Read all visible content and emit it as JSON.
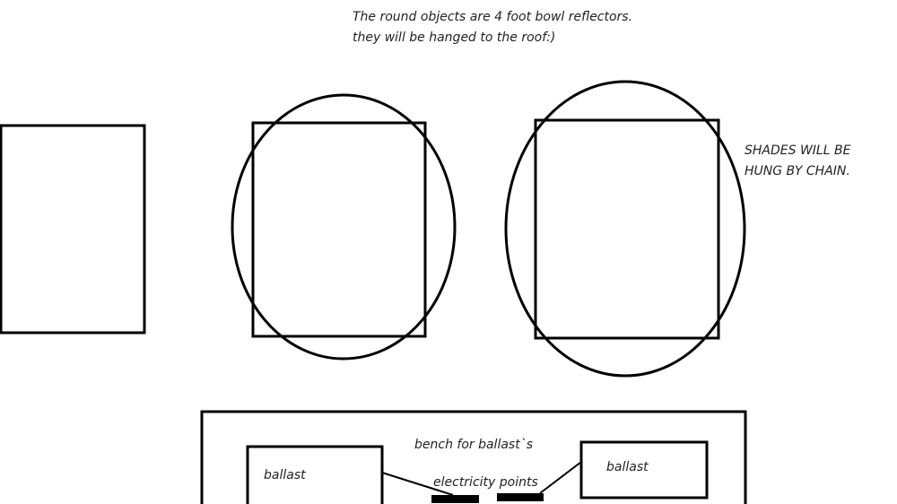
{
  "notes": {
    "line1": "The round objects are 4 foot bowl reflectors.",
    "line2": "they will be hanged to the roof:)"
  },
  "shades": {
    "line1": "SHADES WILL BE",
    "line2": "HUNG BY CHAIN."
  },
  "bench": {
    "label": "bench for ballast`s",
    "ballast_left": "ballast",
    "ballast_right": "ballast",
    "electricity": "electricity points"
  },
  "colors": {
    "stroke": "#000000",
    "text": "#222222",
    "background": "#ffffff"
  }
}
